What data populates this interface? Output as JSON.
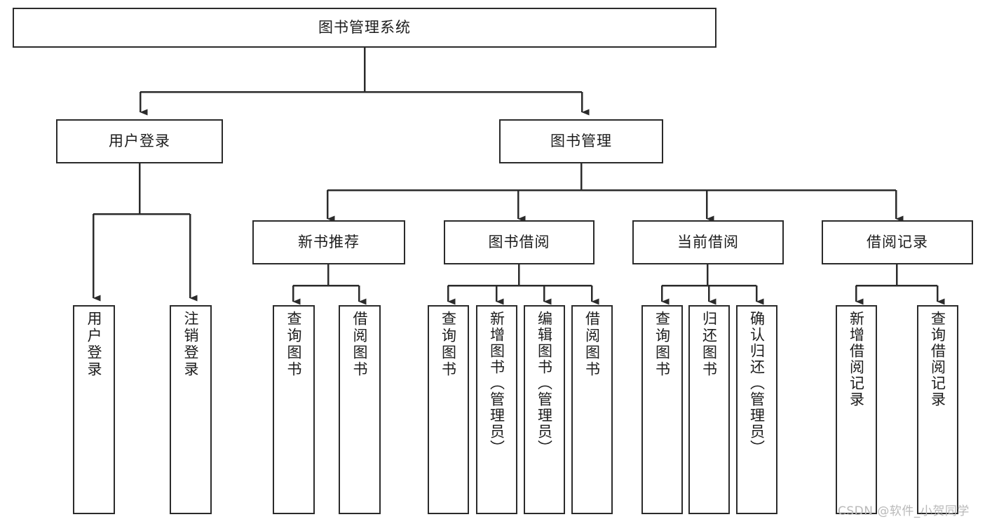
{
  "diagram": {
    "title": "图书管理系统",
    "root": {
      "label": "图书管理系统"
    },
    "level1": [
      {
        "label": "用户登录"
      },
      {
        "label": "图书管理"
      }
    ],
    "level2": [
      {
        "label": "新书推荐"
      },
      {
        "label": "图书借阅"
      },
      {
        "label": "当前借阅"
      },
      {
        "label": "借阅记录"
      }
    ],
    "leaves": {
      "user_login": [
        {
          "label": "用户登录"
        },
        {
          "label": "注销登录"
        }
      ],
      "new_book_recommend": [
        {
          "label": "查询图书"
        },
        {
          "label": "借阅图书"
        }
      ],
      "book_borrow": [
        {
          "label": "查询图书"
        },
        {
          "label": "新增图书（管理员）"
        },
        {
          "label": "编辑图书（管理员）"
        },
        {
          "label": "借阅图书"
        }
      ],
      "current_borrow": [
        {
          "label": "查询图书"
        },
        {
          "label": "归还图书"
        },
        {
          "label": "确认归还（管理员）"
        }
      ],
      "borrow_record": [
        {
          "label": "新增借阅记录"
        },
        {
          "label": "查询借阅记录"
        }
      ]
    }
  },
  "watermark": {
    "text": "CSDN @软件_小贺同学"
  },
  "colors": {
    "stroke": "#2b2b2b",
    "fill": "#ffffff",
    "text": "#1c1c1c",
    "watermark": "#b9b9b9"
  }
}
